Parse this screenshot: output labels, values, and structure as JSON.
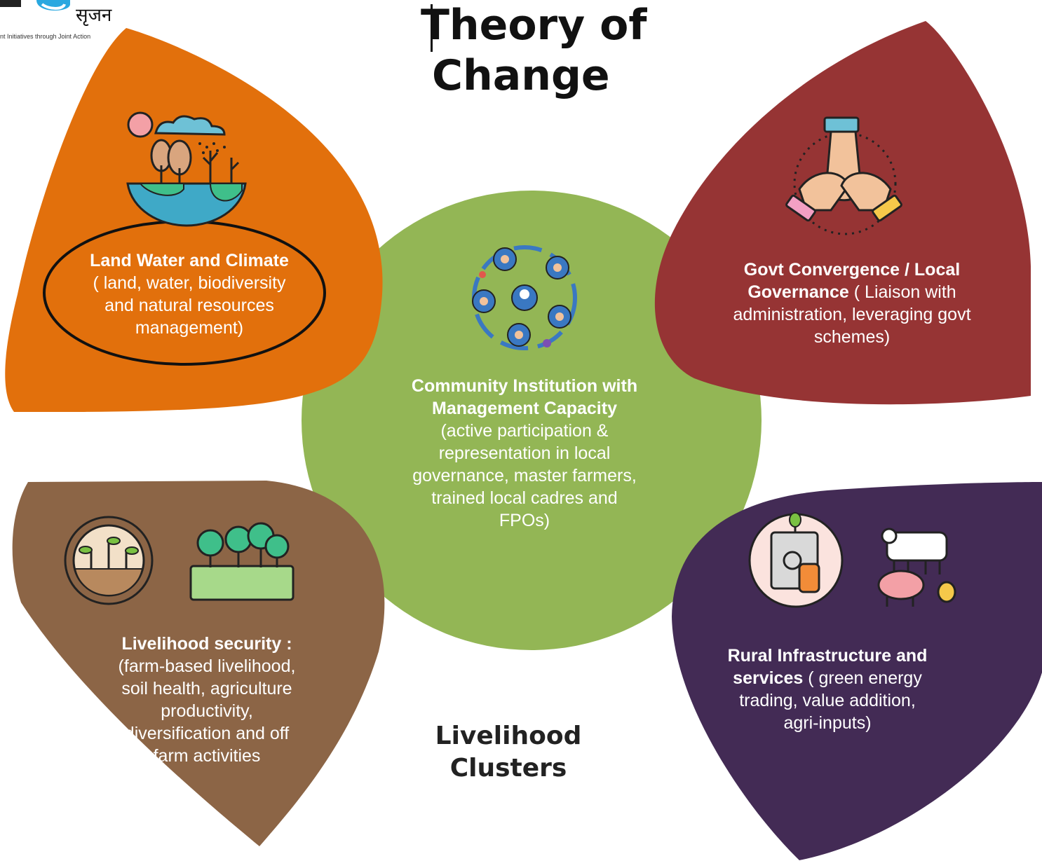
{
  "logo": {
    "name": "सृजन",
    "tagline": "nt Initiatives through Joint Action"
  },
  "title": {
    "line1": "Theory of",
    "line2": "Change"
  },
  "center": {
    "heading_line1": "Community Institution with",
    "heading_line2": "Management Capacity",
    "body_lines": [
      "(active participation &",
      "representation in local",
      "governance, master farmers,",
      "trained local cadres and",
      "FPOs)"
    ]
  },
  "petals": {
    "land": {
      "heading": "Land Water and Climate",
      "body_lines": [
        "( land, water, biodiversity",
        "and natural resources",
        "management)"
      ],
      "color": "#E2700C"
    },
    "govt": {
      "heading_line1": "Govt Convergence / Local",
      "heading_line2": "Governance",
      "body_tail": " ( Liaison with",
      "body_lines": [
        "administration, leveraging govt",
        "schemes)"
      ],
      "color": "#963434"
    },
    "livelihood": {
      "heading": "Livelihood security :",
      "body_lines": [
        "(farm-based livelihood,",
        "soil health, agriculture",
        "productivity,",
        "diversification  and off",
        "farm activities"
      ],
      "color": "#8C6546"
    },
    "rural": {
      "heading_line1": "Rural Infrastructure and",
      "heading_line2": "services",
      "body_tail": " ( green energy",
      "body_lines": [
        "trading, value addition,",
        "agri-inputs)"
      ],
      "color": "#432B55"
    }
  },
  "center_color": "#93B655",
  "footer": {
    "line1": "Livelihood",
    "line2": "Clusters"
  }
}
